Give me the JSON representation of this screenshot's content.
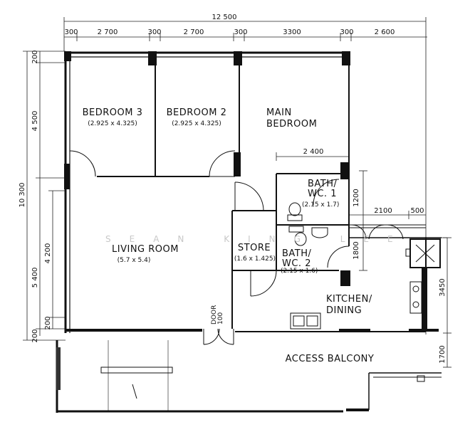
{
  "plan": {
    "rooms": {
      "bedroom3": {
        "name": "BEDROOM 3",
        "size": "(2.925 x 4.325)"
      },
      "bedroom2": {
        "name": "BEDROOM 2",
        "size": "(2.925 x 4.325)"
      },
      "main_bedroom": {
        "line1": "MAIN",
        "line2": "BEDROOM"
      },
      "bath1": {
        "line1": "BATH/",
        "line2": "WC. 1",
        "size": "(2.15 x 1.7)"
      },
      "bath2": {
        "line1": "BATH/",
        "line2": "WC. 2",
        "size": "(2.15 x 1.6)"
      },
      "store": {
        "name": "STORE",
        "size": "(1.6 x 1.425)"
      },
      "living": {
        "name": "LIVING ROOM",
        "size": "(5.7 x 5.4)"
      },
      "kitchen": {
        "line1": "KITCHEN/",
        "line2": "DINING"
      },
      "balcony": {
        "name": "ACCESS BALCONY"
      },
      "door_label": {
        "line1": "DOOR",
        "line2": "100"
      }
    },
    "dims_top": {
      "overall": "12 500",
      "segments": [
        "300",
        "2 700",
        "300",
        "2 700",
        "300",
        "3300",
        "300",
        "2 600"
      ]
    },
    "dims_right": [
      "2100",
      "500",
      "1200",
      "1800",
      "3450",
      "1700"
    ],
    "dims_left": [
      "200",
      "4 500",
      "10 300",
      "4 200",
      "5 400",
      "200",
      "200"
    ],
    "dim_inner": "2 400",
    "watermark": "SEAN KING LEE"
  }
}
